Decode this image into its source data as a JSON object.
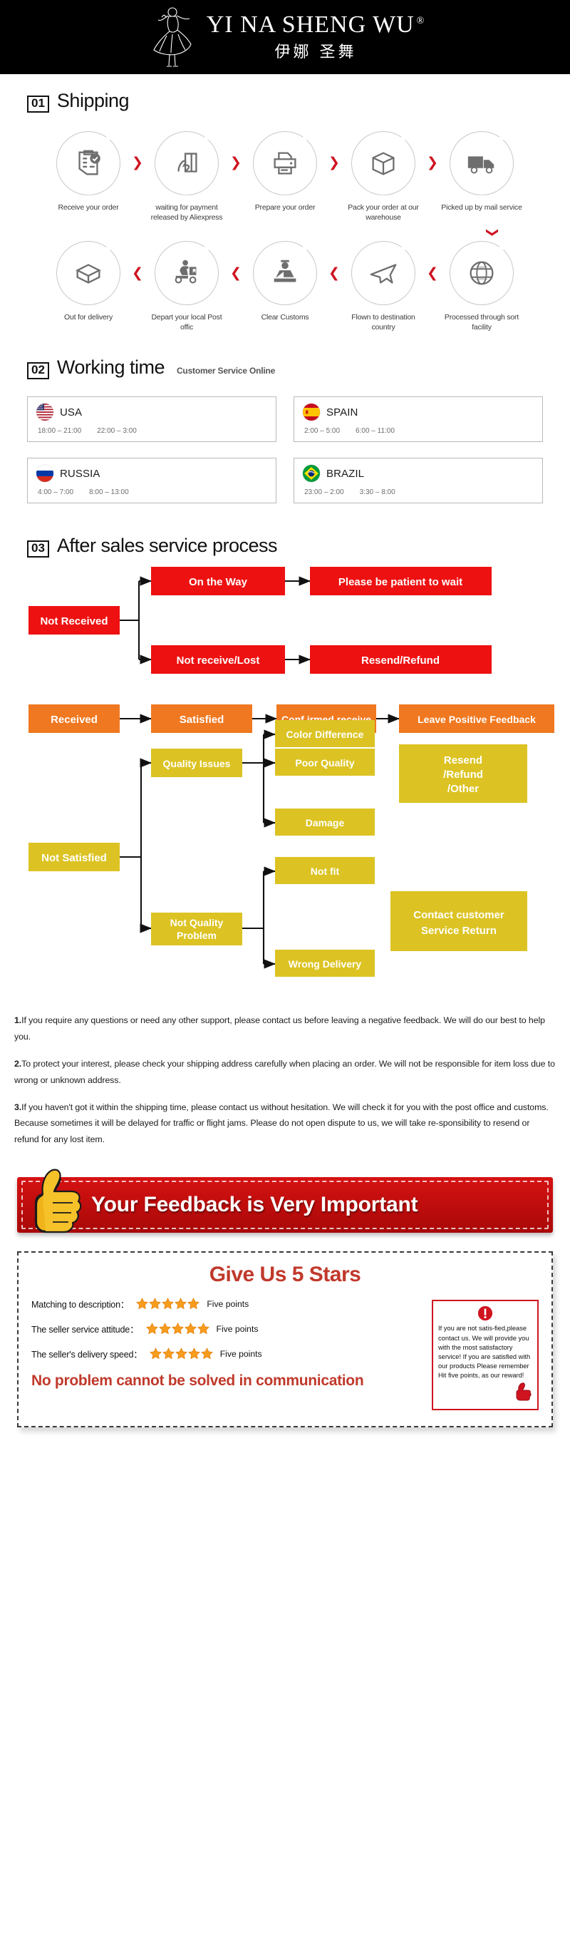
{
  "brand": {
    "name_en": "YI NA SHENG WU",
    "registered": "®",
    "name_cn": "伊娜 圣舞",
    "logo_icon": "dancer-logo-icon"
  },
  "sections": {
    "shipping": {
      "number": "01",
      "title": "Shipping",
      "row1": [
        {
          "icon": "clipboard-check-icon",
          "label": "Receive your order"
        },
        {
          "icon": "hand-card-icon",
          "label": "waiting for payment released by Aliexpress"
        },
        {
          "icon": "printer-icon",
          "label": "Prepare your order"
        },
        {
          "icon": "box-icon",
          "label": "Pack your order at our warehouse"
        },
        {
          "icon": "truck-icon",
          "label": "Picked up by mail service"
        }
      ],
      "row2": [
        {
          "icon": "open-box-icon",
          "label": "Out for delivery"
        },
        {
          "icon": "scooter-delivery-icon",
          "label": "Depart your local Post offic"
        },
        {
          "icon": "customs-officer-icon",
          "label": "Clear Customs"
        },
        {
          "icon": "airplane-icon",
          "label": "Flown to destination country"
        },
        {
          "icon": "globe-icon",
          "label": "Processed through sort facility"
        }
      ],
      "arrow_right": "❯",
      "arrow_left": "❮",
      "arrow_down": "❯"
    },
    "working_time": {
      "number": "02",
      "title": "Working time",
      "subtitle": "Customer Service Online",
      "cards": [
        {
          "country": "USA",
          "flag": "flag-usa-icon",
          "times": [
            "18:00 – 21:00",
            "22:00 – 3:00"
          ]
        },
        {
          "country": "SPAIN",
          "flag": "flag-spain-icon",
          "times": [
            "2:00 – 5:00",
            "6:00 – 11:00"
          ]
        },
        {
          "country": "RUSSIA",
          "flag": "flag-russia-icon",
          "times": [
            "4:00 – 7:00",
            "8:00 – 13:00"
          ]
        },
        {
          "country": "BRAZIL",
          "flag": "flag-brazil-icon",
          "times": [
            "23:00 – 2:00",
            "3:30 – 8:00"
          ]
        }
      ]
    },
    "after_sales": {
      "number": "03",
      "title": "After sales service process",
      "colors": {
        "red": "#ee1111",
        "orange": "#f07820",
        "yellow": "#dcc323"
      },
      "flow_red": {
        "root": "Not Received",
        "branches": [
          {
            "node": "On the Way",
            "next": "Please be patient to wait"
          },
          {
            "node": "Not receive/Lost",
            "next": "Resend/Refund"
          }
        ]
      },
      "flow_orange": [
        "Received",
        "Satisfied",
        "Conf irmed receive",
        "Leave Positive Feedback"
      ],
      "flow_yellow": {
        "root": "Not Satisfied",
        "branch1": {
          "node": "Quality Issues",
          "leaves": [
            "Color Difference",
            "Poor Quality",
            "Damage"
          ],
          "result": "Resend\n/Refund\n/Other"
        },
        "branch2": {
          "node": "Not Quality Problem",
          "leaves": [
            "Not fit",
            "Wrong Delivery"
          ],
          "result": "Contact customer\nService Return"
        }
      }
    }
  },
  "policy": [
    {
      "num": "1.",
      "text": "If you require any questions or need any other support, please contact us before leaving a negative feedback. We will do our best to help you."
    },
    {
      "num": "2.",
      "text": "To protect your interest, please check your shipping address carefully when placing an order. We will not be responsible for item loss due to wrong or unknown address."
    },
    {
      "num": "3.",
      "text": "If you haven't got it within the shipping time, please contact us without hesitation. We will check it for you with the post office and customs. Because sometimes it will be delayed for traffic or flight jams. Please do not open dispute to us, we will take re-sponsibility to resend or refund for any lost item."
    }
  ],
  "feedback_banner": {
    "text": "Your Feedback is Very Important",
    "icon": "thumbs-up-icon",
    "color": "#c00d0d"
  },
  "rating": {
    "title": "Give Us 5 Stars",
    "rows": [
      {
        "label": "Matching to description：",
        "stars": 5,
        "points": "Five points"
      },
      {
        "label": "The seller service attitude：",
        "stars": 5,
        "points": "Five points"
      },
      {
        "label": "The seller's delivery speed：",
        "stars": 5,
        "points": "Five points"
      }
    ],
    "note": "No problem cannot be solved in communication",
    "warning": {
      "icon": "exclamation-icon",
      "thumb_icon": "thumbs-up-small-icon",
      "text": "If you are not satis-fied,please contact us. We will provide you with the most satisfactory service! If you are satisfied with our products Please remember Hit five points, as our reward!"
    }
  }
}
